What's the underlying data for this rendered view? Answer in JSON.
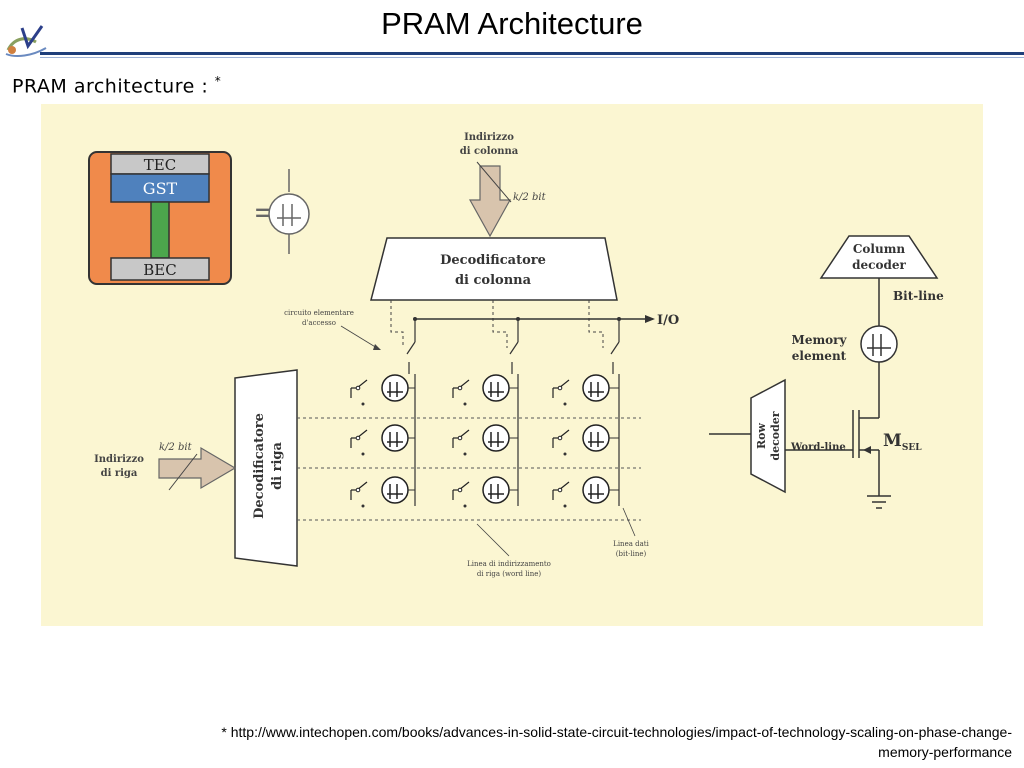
{
  "slide": {
    "title": "PRAM Architecture",
    "subtitle": "PRAM architecture :",
    "subtitle_mark": "*",
    "footnote_line1": "* http://www.intechopen.com/books/advances-in-solid-state-circuit-technologies/impact-of-technology-scaling-on-phase-change-",
    "footnote_line2": "memory-performance"
  },
  "diagram": {
    "cell_layers": {
      "top": "TEC",
      "middle": "GST",
      "bottom": "BEC"
    },
    "equals": "=",
    "column_address": {
      "line1": "Indirizzo",
      "line2": "di colonna",
      "bits": "k/2 bit"
    },
    "column_decoder_it": {
      "line1": "Decodificatore",
      "line2": "di colonna"
    },
    "io_label": "I/O",
    "access_circuit": {
      "line1": "circuito elementare",
      "line2": "d'accesso"
    },
    "row_address": {
      "line1": "Indirizzo",
      "line2": "di riga",
      "bits": "k/2 bit"
    },
    "row_decoder_it": {
      "line1": "Decodificatore",
      "line2": "di riga"
    },
    "word_line_label": {
      "line1": "Linea di indirizzamento",
      "line2": "di riga (word line)"
    },
    "bit_line_label": {
      "line1": "Linea dati",
      "line2": "(bit-line)"
    },
    "column_decoder_en": {
      "line1": "Column",
      "line2": "decoder"
    },
    "bit_line_en": "Bit-line",
    "memory_element": {
      "line1": "Memory",
      "line2": "element"
    },
    "row_decoder_en": {
      "line1": "Row",
      "line2": "decoder"
    },
    "word_line_en": "Word-line",
    "msel": {
      "main": "M",
      "sub": "SEL"
    },
    "colors": {
      "background": "#fbf6d2",
      "orange": "#f08a4b",
      "blue": "#4f81bd",
      "green": "#4ca64c",
      "gray": "#c8c8c8"
    }
  }
}
